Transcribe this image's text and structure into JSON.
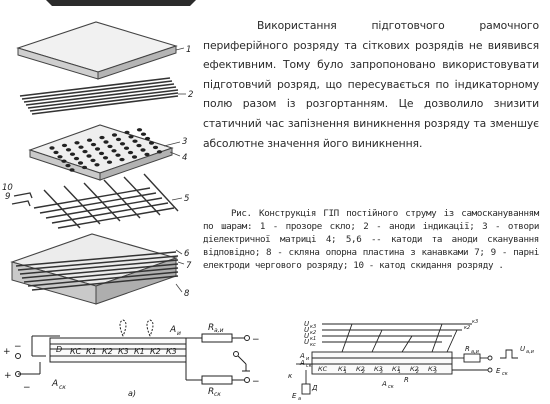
{
  "document": {
    "paragraph": "Використання підготовчого рамочного периферійного розряду та сіткових розрядів не виявився ефективним. Тому було запропоновано використовувати підготовчий розряд, що пересувається по індикаторному полю разом із розгортанням. Це дозволило знизити статичний час запізнення виникнення розряду та зменшує абсолютне значення його виникнення.",
    "caption": "Рис. Конструкція ГІП постійного струму із самоскануванням по шарам: 1 - прозоре скло; 2 - аноди індикації; 3 - отвори діелектричної матриці 4; 5,6 -- катоди та аноди сканування відповідно; 8 - скляна опорна пластина з канавками 7; 9 - парні електроди чергового розряду; 10 - катод скидання розряду ."
  },
  "figure": {
    "part_numbers": [
      "1",
      "2",
      "3",
      "4",
      "5",
      "6",
      "7",
      "8",
      "9",
      "10"
    ],
    "schematic_a": {
      "top_labels": {
        "anode": "А",
        "anode_sub": "и",
        "resistor_top": "R",
        "resistor_top_sub": "а,и",
        "resistor_bottom": "R",
        "resistor_bottom_sub": "ск",
        "terminal_d": "D",
        "anode_scan": "А",
        "anode_scan_sub": "ск",
        "sub_label": "а)"
      },
      "cell_labels": [
        "КС",
        "К1",
        "К2",
        "К3",
        "К1",
        "К2",
        "К3"
      ],
      "polarity": {
        "top_plus": "+",
        "top_minus": "−",
        "bottom_plus": "+",
        "bottom_minus": "−",
        "right_top_minus": "−",
        "right_bottom_minus": "−"
      }
    },
    "schematic_b": {
      "bus_labels": [
        "U",
        "U",
        "U",
        "U"
      ],
      "bus_subs": [
        "к3",
        "к2",
        "к1",
        "кс"
      ],
      "top_right_labels": [
        "к3",
        "к2"
      ],
      "left_labels": [
        "А",
        "А"
      ],
      "left_subs": [
        "и",
        "ск"
      ],
      "cell_labels": [
        "КС",
        "К1",
        "К2",
        "К3",
        "К1",
        "К2",
        "К3"
      ],
      "cell_subs": [
        "",
        "1",
        "2",
        "3",
        "1",
        "2",
        "3"
      ],
      "side_labels": {
        "k": "к",
        "d": "Д",
        "r_ai": "R",
        "r_ai_sub": "а,и",
        "u_ai": "U",
        "u_ai_sub": "а,и",
        "e_ck": "E",
        "e_ck_sub": "ск",
        "e_a": "E",
        "e_a_sub": "а",
        "r": "R",
        "r_sub": "",
        "a_ck": "А",
        "a_ck_sub": "ск"
      }
    }
  }
}
